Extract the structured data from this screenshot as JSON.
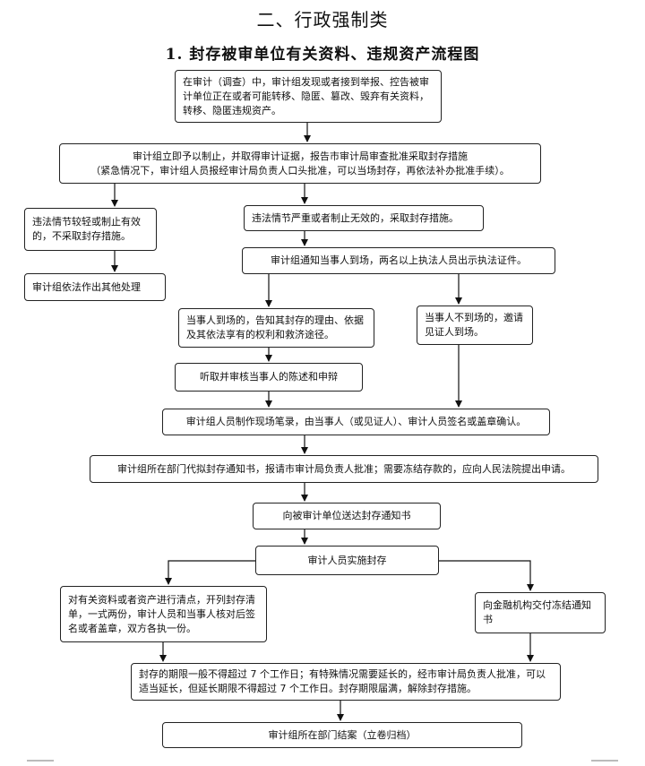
{
  "header": {
    "title": "二、行政强制类",
    "subtitle": "1. 封存被审单位有关资料、违规资产流程图"
  },
  "nodes": {
    "discover": "在审计（调查）中，审计组发现或者接到举报、控告被审计单位正在或者可能转移、隐匿、篡改、毁弃有关资料，转移、隐匿违规资产。",
    "stop_line1": "审计组立即予以制止，并取得审计证据，报告市审计局审查批准采取封存措施",
    "stop_line2": "（紧急情况下，审计组人员报经审计局负责人口头批准，可以当场封存，再依法补办批准手续）。",
    "minor": "违法情节较轻或制止有效的，不采取封存措施。",
    "other": "审计组依法作出其他处理",
    "serious": "违法情节严重或者制止无效的，采取封存措施。",
    "notify": "审计组通知当事人到场，两名以上执法人员出示执法证件。",
    "present": "当事人到场的，告知其封存的理由、依据及其依法享有的权利和救济途径。",
    "absent": "当事人不到场的，邀请见证人到场。",
    "hear": "听取并审核当事人的陈述和申辩",
    "record": "审计组人员制作现场笔录，由当事人（或见证人）、审计人员签名或盖章确认。",
    "draft": "审计组所在部门代拟封存通知书，报请市审计局负责人批准；需要冻结存款的，应向人民法院提出申请。",
    "deliver": "向被审计单位送达封存通知书",
    "seal": "审计人员实施封存",
    "inventory": "对有关资料或者资产进行清点，开列封存清单，一式两份，审计人员和当事人核对后签名或者盖章，双方各执一份。",
    "freeze": "向金融机构交付冻结通知书",
    "period": "封存的期限一般不得超过 7 个工作日；有特殊情况需要延长的，经市审计局负责人批准，可以适当延长，但延长期限不得超过 7 个工作日。封存期限届满，解除封存措施。",
    "close": "审计组所在部门结案（立卷归档）"
  }
}
